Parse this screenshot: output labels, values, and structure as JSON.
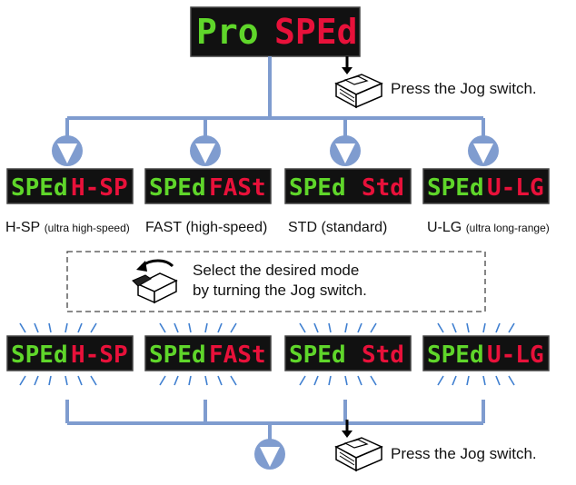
{
  "top_display": {
    "left": "Pro",
    "right": "SPEd"
  },
  "steps": {
    "press_jog_1": "Press the Jog switch.",
    "select_mode_line1": "Select the desired mode",
    "select_mode_line2": "by turning the Jog switch.",
    "press_jog_2": "Press the Jog switch."
  },
  "modes": [
    {
      "label_code": "H-SP",
      "label_desc": "(ultra high-speed)",
      "display_left": "SPEd",
      "display_right": "H-SP"
    },
    {
      "label_code": "FAST",
      "label_desc": "(high-speed)",
      "display_left": "SPEd",
      "display_right": "FASt"
    },
    {
      "label_code": "STD",
      "label_desc": "(standard)",
      "display_left": "SPEd",
      "display_right": "Std"
    },
    {
      "label_code": "U-LG",
      "label_desc": "(ultra long-range)",
      "display_left": "SPEd",
      "display_right": "U-LG"
    }
  ],
  "colors": {
    "flow_line": "#7f9ccf",
    "arrow_fill": "#7f9ccf",
    "digit_green": "#5fd62a",
    "digit_red": "#e8113a",
    "blink_marks": "#3f7fd0"
  }
}
